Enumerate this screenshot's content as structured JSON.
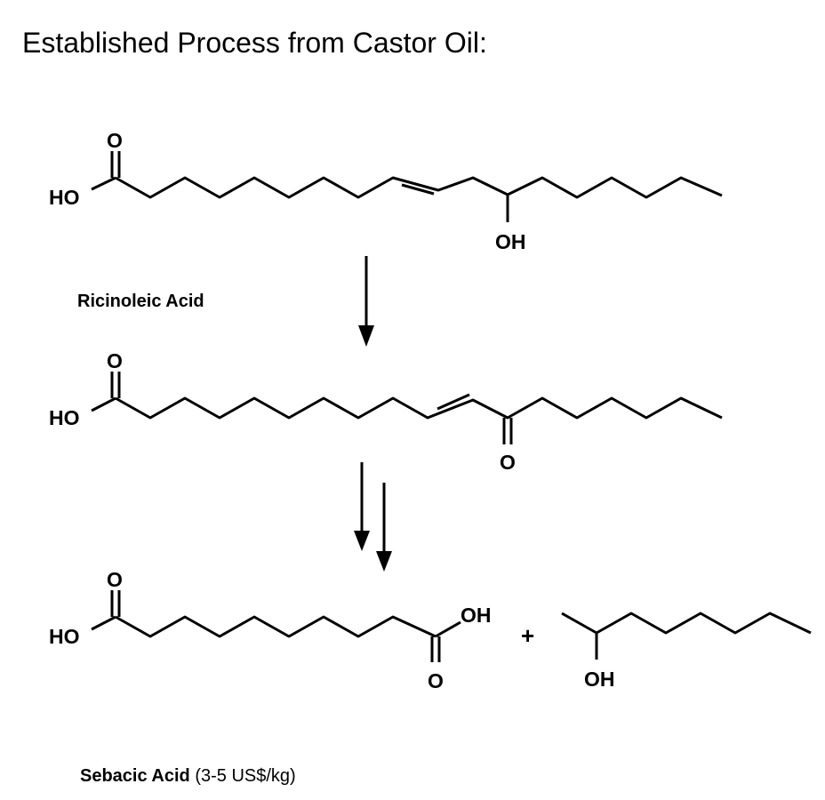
{
  "slide": {
    "title": "Established Process from Castor Oil:"
  },
  "molecules": {
    "ricinoleic": {
      "name": "Ricinoleic Acid",
      "carbonyl_o": "O",
      "acid_oh": "HO",
      "hydroxyl": "OH"
    },
    "keto": {
      "carbonyl_o": "O",
      "acid_oh": "HO",
      "ketone_o": "O"
    },
    "sebacic": {
      "name": "Sebacic Acid",
      "price": "(3-5 US$/kg)",
      "carbonyl_o_left": "O",
      "acid_oh_left": "HO",
      "acid_oh_right": "OH",
      "carbonyl_o_right": "O"
    },
    "octanol": {
      "hydroxyl": "OH"
    },
    "plus_sign": "+"
  },
  "colors": {
    "foreground": "#000000",
    "background": "#ffffff"
  }
}
